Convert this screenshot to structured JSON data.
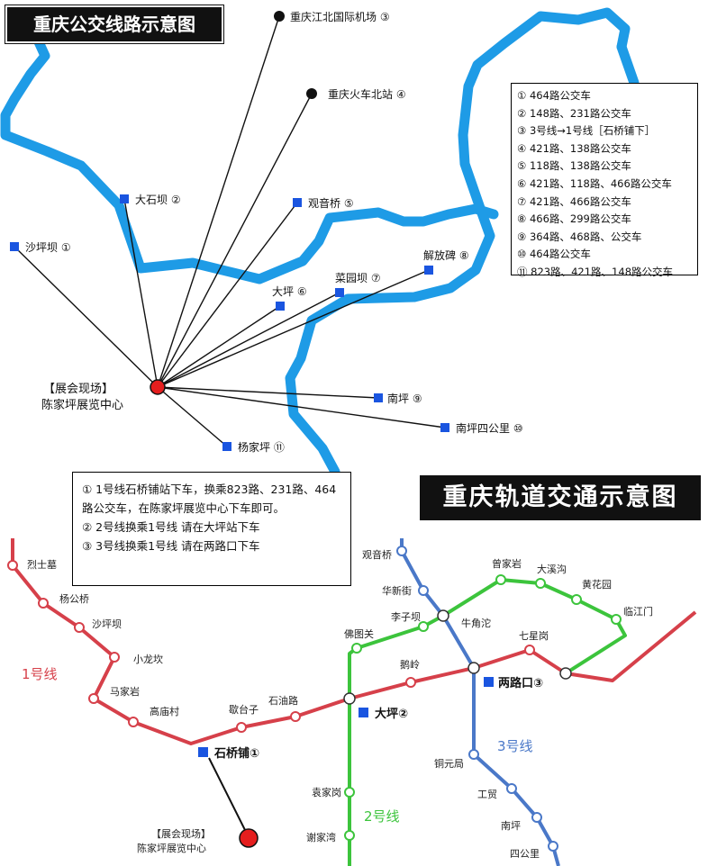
{
  "bus_map": {
    "title": "重庆公交线路示意图",
    "venue": {
      "line1": "【展会现场】",
      "line2": "陈家坪展览中心"
    },
    "destinations": [
      {
        "name": "重庆江北国际机场",
        "num": "③"
      },
      {
        "name": "重庆火车北站",
        "num": "④"
      },
      {
        "name": "大石坝",
        "num": "②"
      },
      {
        "name": "观音桥",
        "num": "⑤"
      },
      {
        "name": "沙坪坝",
        "num": "①"
      },
      {
        "name": "解放碑",
        "num": "⑧"
      },
      {
        "name": "菜园坝",
        "num": "⑦"
      },
      {
        "name": "大坪",
        "num": "⑥"
      },
      {
        "name": "南坪",
        "num": "⑨"
      },
      {
        "name": "南坪四公里",
        "num": "⑩"
      },
      {
        "name": "杨家坪",
        "num": "⑪"
      }
    ],
    "legend": [
      "① 464路公交车",
      "② 148路、231路公交车",
      "③ 3号线→1号线［石桥铺下］",
      "④ 421路、138路公交车",
      "⑤ 118路、138路公交车",
      "⑥ 421路、118路、466路公交车",
      "⑦ 421路、466路公交车",
      "⑧ 466路、299路公交车",
      "⑨ 364路、468路、公交车",
      "⑩ 464路公交车",
      "⑪ 823路、421路、148路公交车"
    ]
  },
  "notes": [
    "① 1号线石桥铺站下车，换乘823路、231路、464路公交车，在陈家坪展览中心下车即可。",
    "② 2号线换乘1号线 请在大坪站下车",
    "③ 3号线换乘1号线 请在两路口下车"
  ],
  "rail_map": {
    "title": "重庆轨道交通示意图",
    "colors": {
      "line1": "#d6404a",
      "line2": "#3cc43c",
      "line3": "#4a78c8",
      "river": "#1e9be6",
      "venue": "#e51e1e",
      "stop": "#1a55e0"
    },
    "line1": {
      "name": "1号线",
      "stations": [
        "烈士墓",
        "杨公桥",
        "沙坪坝",
        "小龙坎",
        "马家岩",
        "高庙村",
        "歇台子",
        "石油路",
        "鹅岭",
        "七星岗"
      ]
    },
    "line2": {
      "name": "2号线",
      "stations": [
        "临江门",
        "黄花园",
        "大溪沟",
        "曾家岩",
        "牛角沱",
        "李子坝",
        "佛图关",
        "袁家岗",
        "谢家湾"
      ]
    },
    "line3": {
      "name": "3号线",
      "stations": [
        "观音桥",
        "华新街",
        "铜元局",
        "工贸",
        "南坪",
        "四公里"
      ]
    },
    "transfers": {
      "shiqiaopu": "石桥铺①",
      "daping": "大坪②",
      "lianglukou": "两路口③"
    },
    "venue": {
      "line1": "【展会现场】",
      "line2": "陈家坪展览中心"
    }
  }
}
